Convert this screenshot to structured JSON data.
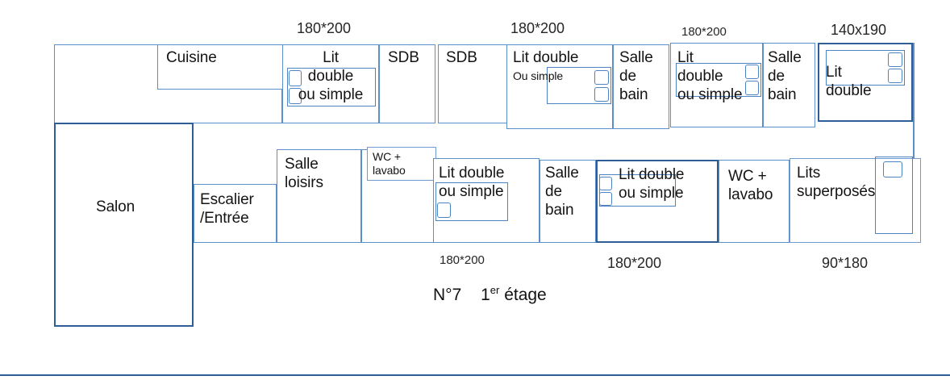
{
  "document": {
    "caption_number": "N°7",
    "caption_floor_num": "1",
    "caption_floor_sup": "er",
    "caption_floor_word": "étage"
  },
  "colors": {
    "border_light": "#5B8FC9",
    "border_strong": "#2E5E95",
    "bed_outline": "#4F84C4",
    "text": "#141414",
    "background": "#ffffff"
  },
  "dimension_labels": {
    "top": [
      {
        "id": "dim-top-1",
        "text": "180*200"
      },
      {
        "id": "dim-top-2",
        "text": "180*200"
      },
      {
        "id": "dim-top-3",
        "text": "180*200"
      },
      {
        "id": "dim-top-4",
        "text": "140x190"
      }
    ],
    "bottom": [
      {
        "id": "dim-bottom-1",
        "text": "180*200"
      },
      {
        "id": "dim-bottom-2",
        "text": "180*200"
      },
      {
        "id": "dim-bottom-3",
        "text": "90*180"
      }
    ]
  },
  "rooms": {
    "top_row": [
      {
        "id": "cuisine",
        "name": "Cuisine"
      },
      {
        "id": "bedroom-1",
        "name": "Lit\ndouble\nou simple"
      },
      {
        "id": "sdb-1",
        "name": "SDB"
      },
      {
        "id": "sdb-2",
        "name": "SDB"
      },
      {
        "id": "bedroom-2",
        "name": "Lit double"
      },
      {
        "id": "bedroom-2-sub",
        "name": "Ou simple"
      },
      {
        "id": "salle-de-bain-1",
        "name": "Salle\nde\nbain"
      },
      {
        "id": "bedroom-3",
        "name": "Lit\ndouble\nou simple"
      },
      {
        "id": "salle-de-bain-2",
        "name": "Salle\nde\nbain"
      },
      {
        "id": "bedroom-4",
        "name": "Lit\ndouble"
      }
    ],
    "bottom_row": [
      {
        "id": "salon",
        "name": "Salon"
      },
      {
        "id": "escalier-entree",
        "name": "Escalier\n/Entrée"
      },
      {
        "id": "salle-loisirs",
        "name": "Salle\nloisirs"
      },
      {
        "id": "wc-lavabo-1",
        "name": "WC +\nlavabo"
      },
      {
        "id": "bedroom-5",
        "name": "Lit double\nou simple"
      },
      {
        "id": "salle-de-bain-3",
        "name": "Salle\nde\nbain"
      },
      {
        "id": "bedroom-6",
        "name": "Lit double\nou simple"
      },
      {
        "id": "wc-lavabo-2",
        "name": "WC +\nlavabo"
      },
      {
        "id": "bunk-room",
        "name": "Lits\nsuperposés"
      }
    ]
  }
}
